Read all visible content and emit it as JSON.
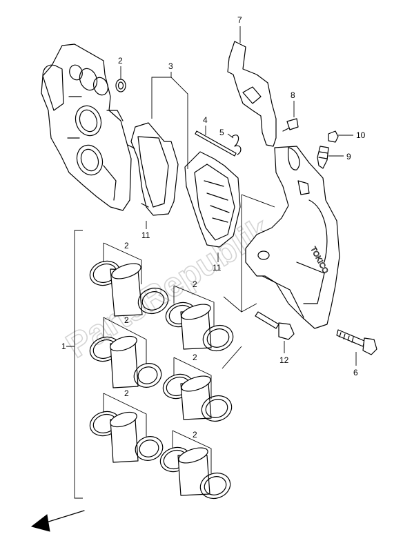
{
  "watermark": "PartsRepublik",
  "caliper_stamp": "TOKICO",
  "callouts": [
    {
      "id": "label-1",
      "text": "1"
    },
    {
      "id": "label-2a",
      "text": "2"
    },
    {
      "id": "label-2b",
      "text": "2"
    },
    {
      "id": "label-2c",
      "text": "2"
    },
    {
      "id": "label-2d",
      "text": "2"
    },
    {
      "id": "label-2e",
      "text": "2"
    },
    {
      "id": "label-2f",
      "text": "2"
    },
    {
      "id": "label-2g",
      "text": "2"
    },
    {
      "id": "label-3",
      "text": "3"
    },
    {
      "id": "label-4",
      "text": "4"
    },
    {
      "id": "label-5",
      "text": "5"
    },
    {
      "id": "label-6",
      "text": "6"
    },
    {
      "id": "label-7",
      "text": "7"
    },
    {
      "id": "label-8",
      "text": "8"
    },
    {
      "id": "label-9",
      "text": "9"
    },
    {
      "id": "label-10",
      "text": "10"
    },
    {
      "id": "label-11a",
      "text": "11"
    },
    {
      "id": "label-11b",
      "text": "11"
    },
    {
      "id": "label-12",
      "text": "12"
    }
  ]
}
